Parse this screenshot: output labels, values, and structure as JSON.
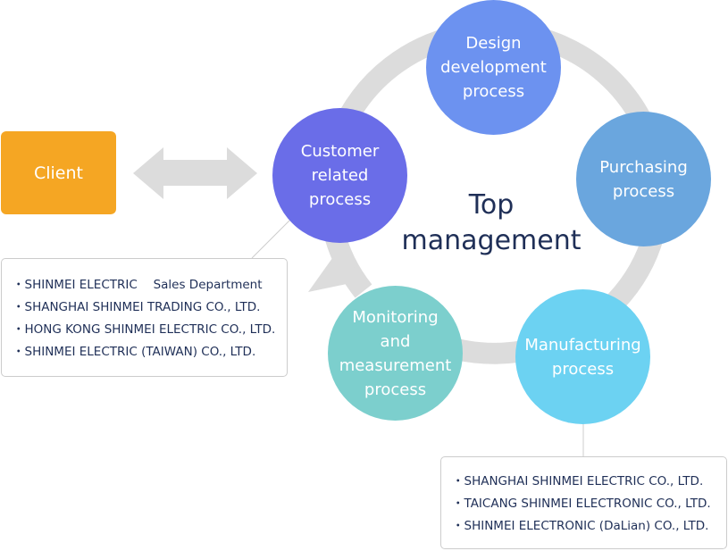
{
  "client": {
    "label": "Client"
  },
  "center": {
    "title": "Top\nmanagement"
  },
  "processes": {
    "customer": "Customer\nrelated\nprocess",
    "design": "Design\ndevelopment\nprocess",
    "purchasing": "Purchasing\nprocess",
    "manufacturing": "Manufacturing\nprocess",
    "monitoring": "Monitoring\nand\nmeasurement\nprocess"
  },
  "customer_companies": [
    "・SHINMEI ELECTRIC　 Sales Department",
    "・SHANGHAI SHINMEI TRADING CO., LTD.",
    "・HONG KONG SHINMEI ELECTRIC CO., LTD.",
    "・SHINMEI ELECTRIC (TAIWAN) CO., LTD."
  ],
  "manufacturing_companies": [
    "・SHANGHAI SHINMEI ELECTRIC CO., LTD.",
    "・TAICANG SHINMEI ELECTRONIC CO., LTD.",
    "・SHINMEI ELECTRONIC (DaLian) CO., LTD."
  ],
  "colors": {
    "client": "#f5a623",
    "customer": "#6a6de8",
    "design": "#6c92f0",
    "purchasing": "#6aa6de",
    "manufacturing": "#6cd2f2",
    "monitoring": "#7ccfcd",
    "cycle": "#dcdcdc",
    "text_dark": "#1f2f57"
  }
}
